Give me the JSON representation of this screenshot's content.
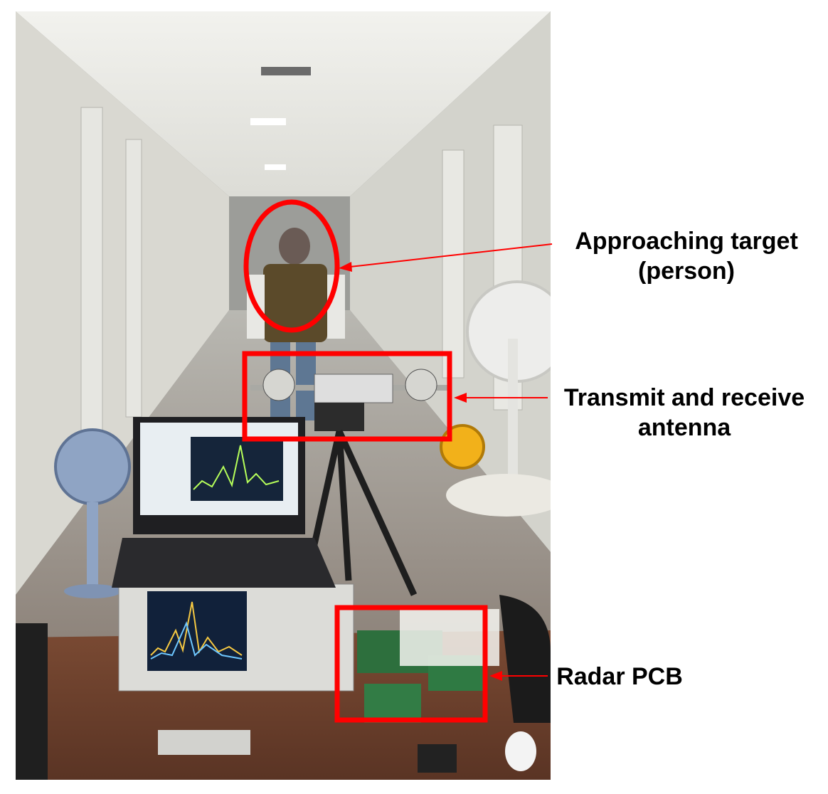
{
  "figure": {
    "photo_description_icon": "corridor-radar-experiment-photo",
    "annotations": {
      "target": {
        "line1": "Approaching target",
        "line2": "(person)"
      },
      "antenna": {
        "line1": "Transmit and receive",
        "line2": "antenna"
      },
      "pcb": {
        "label": "Radar PCB"
      }
    },
    "colors": {
      "highlight": "#ff0000",
      "text": "#000000"
    }
  }
}
